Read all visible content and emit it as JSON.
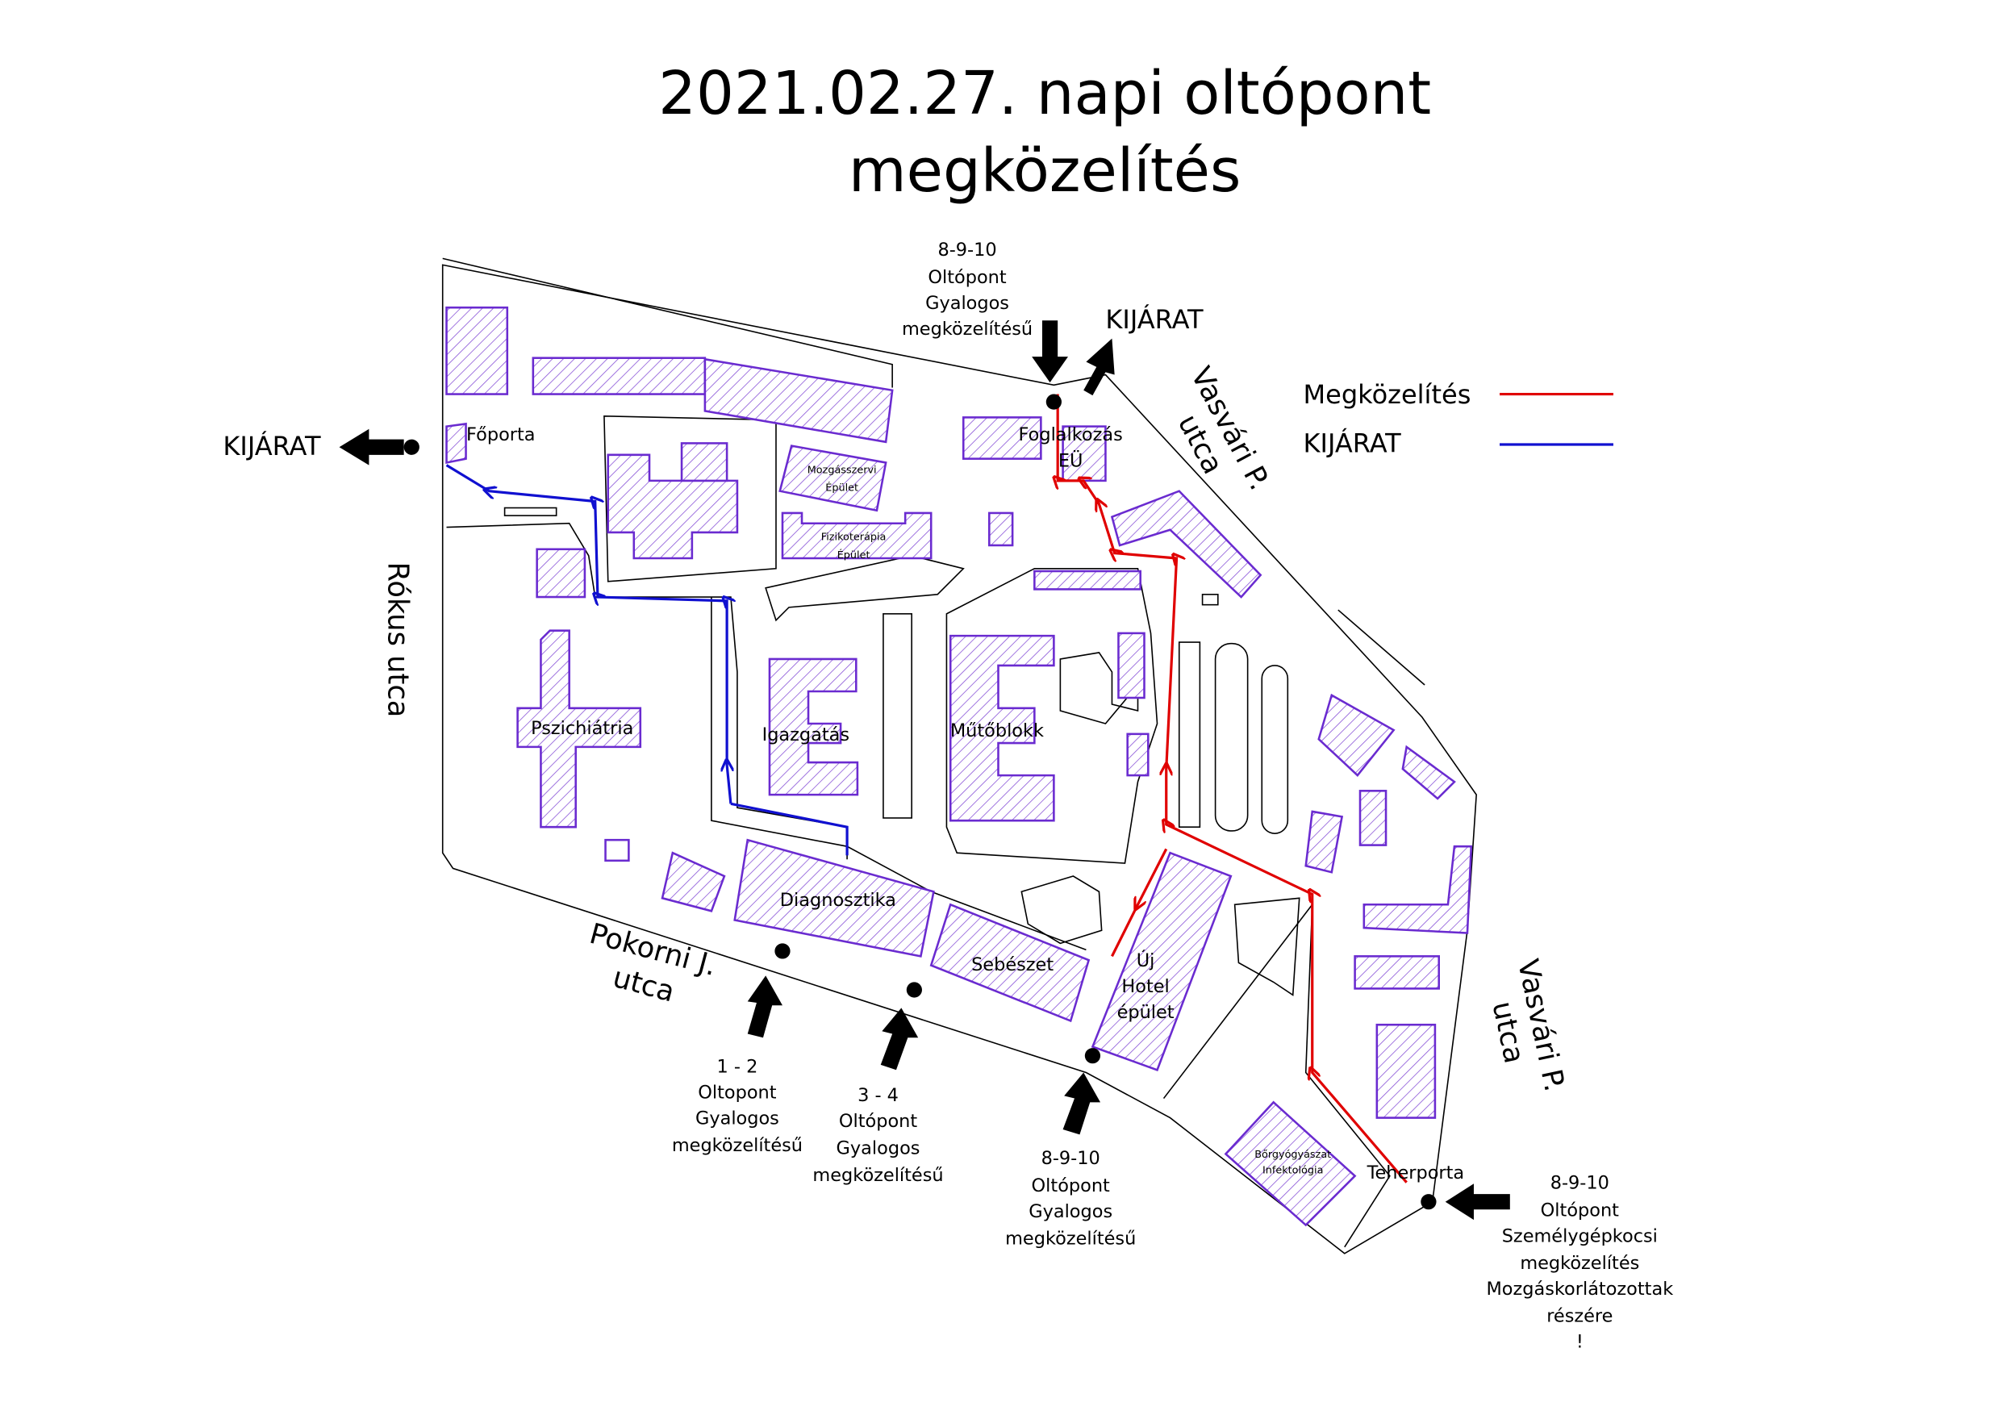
{
  "title": [
    "2021.02.27. napi oltópont",
    "megközelítés"
  ],
  "legend": [
    {
      "label": "Megközelítés",
      "color": "#e00000"
    },
    {
      "label": "KIJÁRAT",
      "color": "#1010d0"
    }
  ],
  "buildings": {
    "foporta": "Főporta",
    "foglalkozas": [
      "Foglalkozás",
      "EÜ"
    ],
    "mozgasszervi": [
      "Mozgásszervi",
      "Épület"
    ],
    "fizikoterapia": [
      "Fizikoterápia",
      "Épület"
    ],
    "pszichiatria": "Pszichiátria",
    "igazgatas": "Igazgatás",
    "mutoblokk": "Műtőblokk",
    "diagnosztika": "Diagnosztika",
    "sebeszet": "Sebészet",
    "uj_hotel": [
      "Új",
      "Hotel",
      "épület"
    ],
    "borgyogyaszat": [
      "Bőrgyógyászat",
      "Infektológia"
    ],
    "teherporta": "Teherporta"
  },
  "streets": {
    "rokus": "Rókus utca",
    "vasvari_top": [
      "Vasvári P.",
      "utca"
    ],
    "pokorni": [
      "Pokorni J.",
      "utca"
    ],
    "vasvari_bottom": [
      "Vasvári P.",
      "utca"
    ]
  },
  "exits": {
    "top": "KIJÁRAT",
    "left": "KIJÁRAT"
  },
  "entrances": {
    "top": [
      "8-9-10",
      "Oltópont",
      "Gyalogos",
      "megközelítésű"
    ],
    "pokorni_1_2": [
      "1 - 2",
      "Oltopont",
      "Gyalogos",
      "megközelítésű"
    ],
    "pokorni_3_4": [
      "3 - 4",
      "Oltópont",
      "Gyalogos",
      "megközelítésű"
    ],
    "hotel_8_9_10": [
      "8-9-10",
      "Oltópont",
      "Gyalogos",
      "megközelítésű"
    ],
    "teherporta_car": [
      "8-9-10",
      "Oltópont",
      "Személygépkocsi",
      "megközelítés",
      "Mozgáskorlátozottak",
      "részére",
      "!"
    ]
  }
}
